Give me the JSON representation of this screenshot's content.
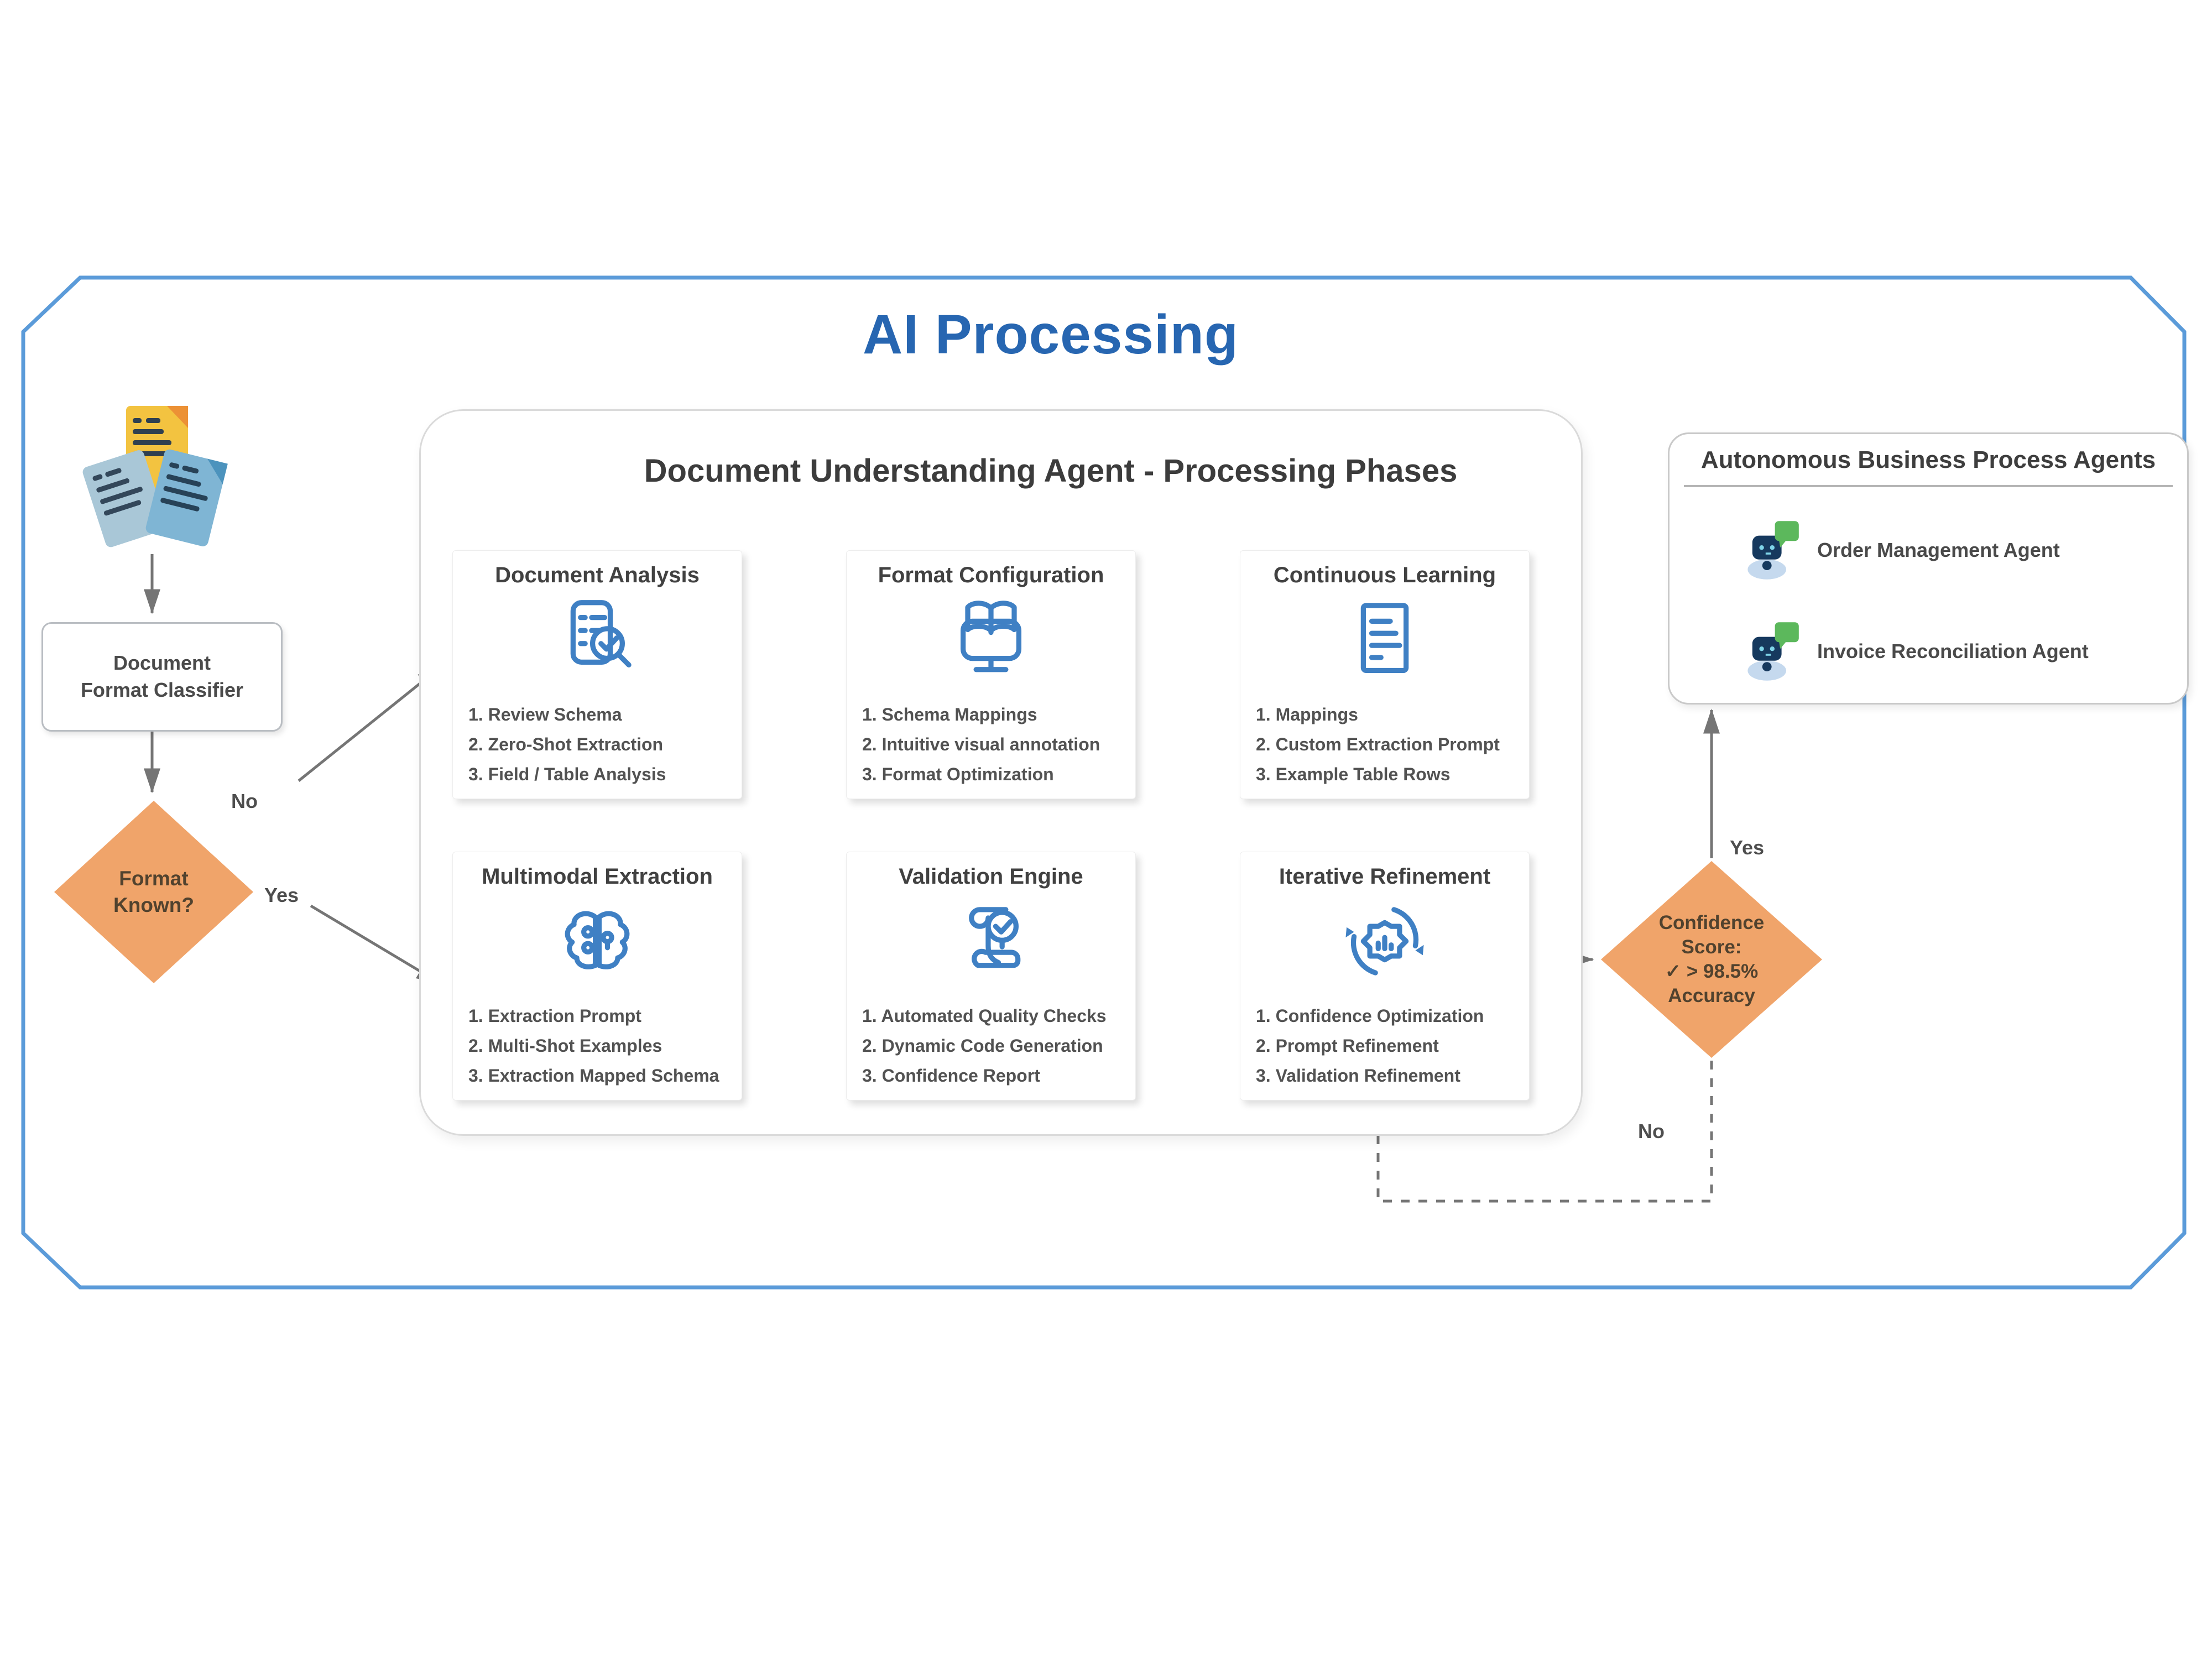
{
  "title": "AI Processing",
  "classifier": {
    "lines": [
      "Document",
      "Format Classifier"
    ],
    "input_icon": "documents-stack-icon"
  },
  "format_decision": {
    "lines": [
      "Format",
      "Known?"
    ],
    "no_label": "No",
    "yes_label": "Yes"
  },
  "container": {
    "heading": "Document Understanding Agent -  Processing Phases"
  },
  "phases": [
    {
      "title": "Document Analysis",
      "icon": "document-search-icon",
      "items": [
        "1. Review Schema",
        "2. Zero-Shot Extraction",
        "3. Field / Table Analysis"
      ]
    },
    {
      "title": "Format Configuration",
      "icon": "book-monitor-icon",
      "items": [
        "1. Schema Mappings",
        "2. Intuitive visual annotation",
        "3. Format Optimization"
      ]
    },
    {
      "title": "Continuous Learning",
      "icon": "document-lines-icon",
      "items": [
        "1. Mappings",
        "2. Custom Extraction Prompt",
        "3. Example Table Rows"
      ]
    },
    {
      "title": "Multimodal Extraction",
      "icon": "brain-circuit-icon",
      "items": [
        "1. Extraction Prompt",
        "2. Multi-Shot Examples",
        "3. Extraction Mapped Schema"
      ]
    },
    {
      "title": "Validation Engine",
      "icon": "scroll-check-icon",
      "items": [
        "1. Automated Quality Checks",
        "2. Dynamic Code Generation",
        "3. Confidence Report"
      ]
    },
    {
      "title": "Iterative Refinement",
      "icon": "gear-cycle-icon",
      "items": [
        "1. Confidence Optimization",
        "2. Prompt Refinement",
        "3. Validation Refinement"
      ]
    }
  ],
  "confidence_decision": {
    "lines": [
      "Confidence",
      "Score:",
      "✓ > 98.5%",
      "Accuracy"
    ],
    "yes_label": "Yes",
    "no_label": "No"
  },
  "agents_panel": {
    "title": "Autonomous Business Process Agents",
    "agents": [
      {
        "name": "Order Management Agent",
        "icon": "robot-chat-icon"
      },
      {
        "name": "Invoice Reconciliation Agent",
        "icon": "robot-chat-icon"
      }
    ]
  },
  "colors": {
    "title_blue": "#2766b1",
    "border_blue": "#5b9bd9",
    "icon_blue": "#3f80c4",
    "diamond_orange": "#f0a46a",
    "arrow_gray": "#757575",
    "bubble_green": "#5cb85c",
    "robot_navy": "#16395e"
  }
}
